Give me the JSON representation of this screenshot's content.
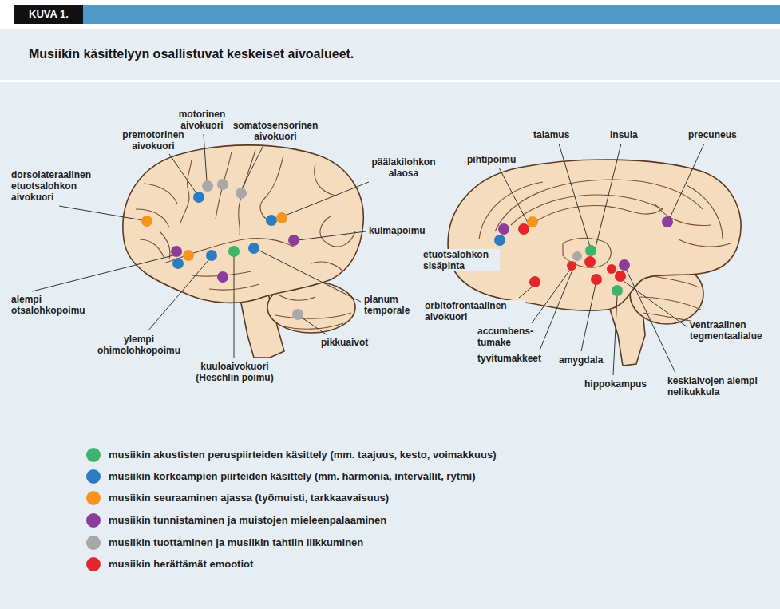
{
  "diagram": {
    "title": "Musiikin käsittelyyn osallistuvat keskeiset aivoalueet.",
    "labels": [
      "KUVA 1.",
      "motorinen aivokuori",
      "somatosensorinen aivokuori",
      "premotorinen aivokuori",
      "päälakilohkon alaosa",
      "dorsolateraalinen etuotsalohkon aivokuori",
      "kulmapoimu",
      "alempi otsalohkopoimu",
      "planum temporale",
      "ylempi ohimolohkopoimu",
      "kuuloaivokuori (Heschlin poimu)",
      "pikkuaivot",
      "talamus",
      "insula",
      "precuneus",
      "pihtipoimu",
      "etuotsalohkon sisäpinta",
      "orbitofrontaalinen aivokuori",
      "accumbens-tumake",
      "tyvitumakkeet",
      "amygdala",
      "hippokampus",
      "keskiaivojen alempi nelikukkula",
      "ventraalinen tegmentaalialue"
    ],
    "legend": [
      {
        "text": "musiikin akustisten peruspiirteiden käsittely (mm. taajuus, kesto, voimakkuus)",
        "color": "#3db36b"
      },
      {
        "text": "musiikin korkeampien piirteiden käsittely (mm. harmonia, intervallit, rytmi)",
        "color": "#2d7cc1"
      },
      {
        "text": "musiikin seuraaminen ajassa (työmuisti, tarkkaavaisuus)",
        "color": "#f7941d"
      },
      {
        "text": "musiikin tunnistaminen ja muistojen mieleenpalaaminen",
        "color": "#8c3d99"
      },
      {
        "text": "musiikin tuottaminen ja musiikin tahtiin liikkuminen",
        "color": "#a8a8a8"
      },
      {
        "text": "musiikin herättämät emootiot",
        "color": "#e3262a"
      }
    ]
  }
}
